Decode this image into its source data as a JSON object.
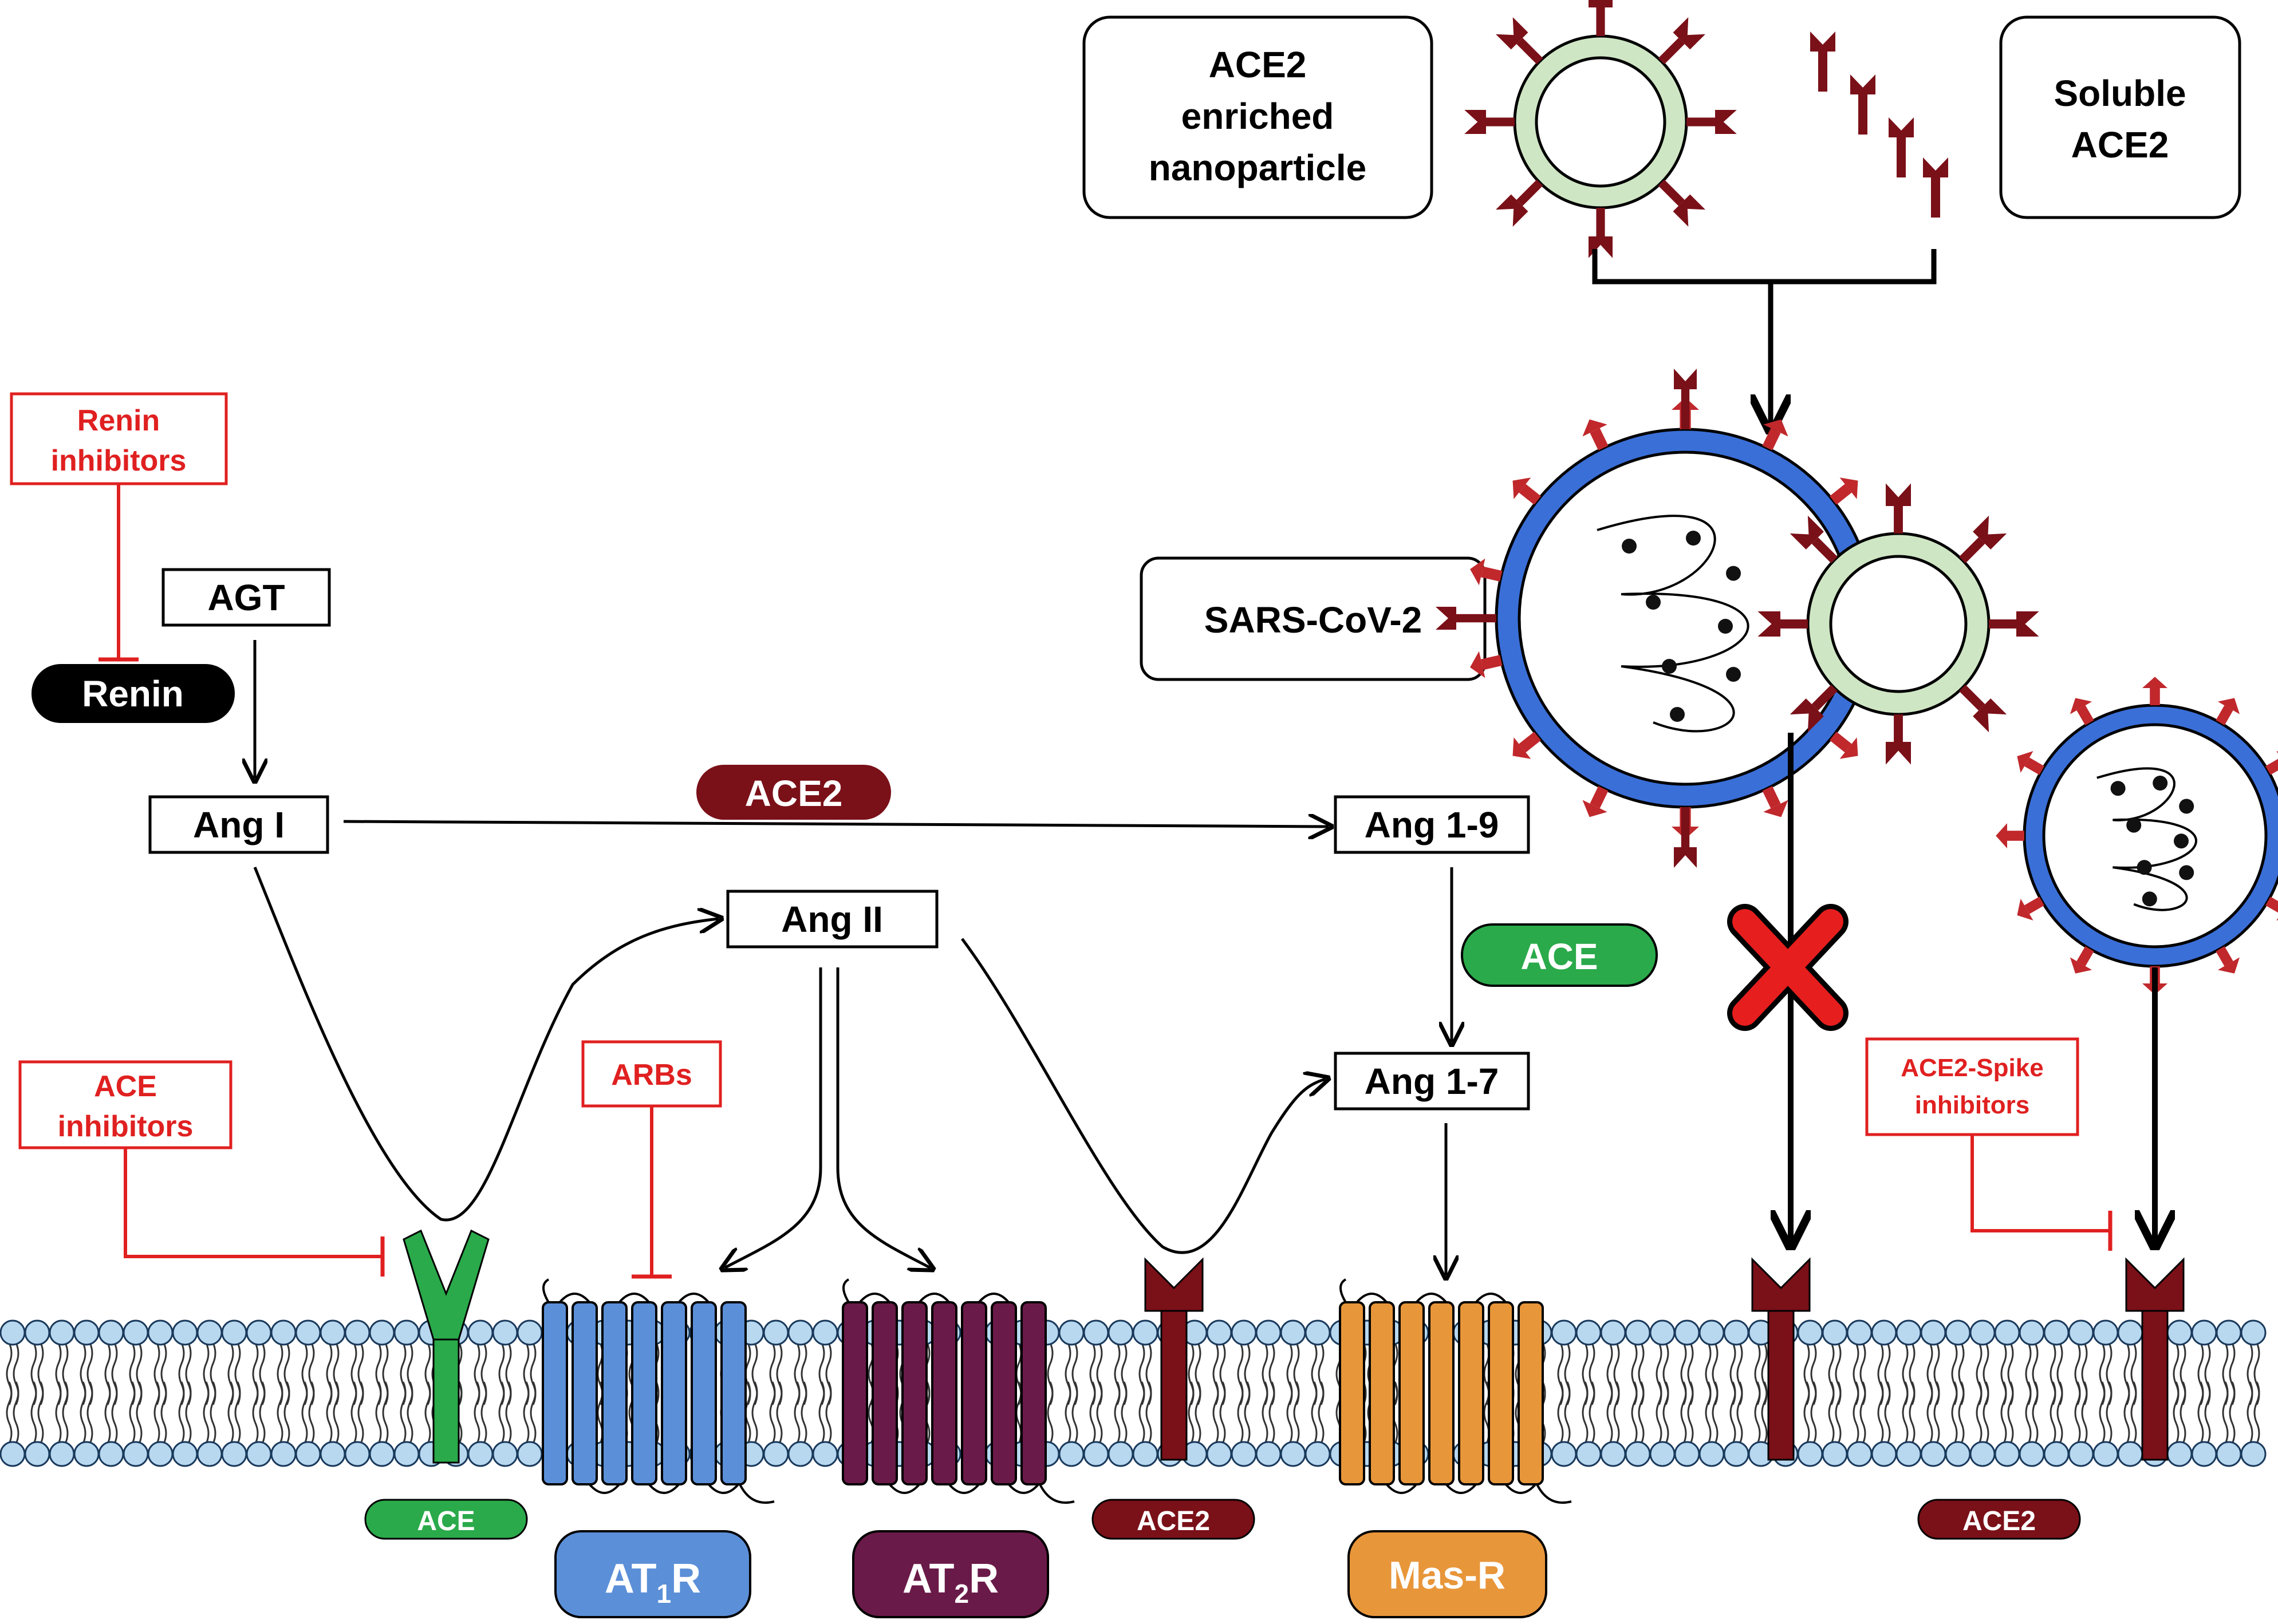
{
  "labels": {
    "nanoparticle": [
      "ACE2",
      "enriched",
      "nanoparticle"
    ],
    "soluble": [
      "Soluble",
      "ACE2"
    ],
    "sars": "SARS-CoV-2",
    "renin_inhibitors": [
      "Renin",
      "inhibitors"
    ],
    "renin": "Renin",
    "agt": "AGT",
    "ang1": "Ang I",
    "ang2": "Ang II",
    "ang19": "Ang 1-9",
    "ang17": "Ang 1-7",
    "ace2_enzyme": "ACE2",
    "ace_enzyme": "ACE",
    "ace_inhibitors": [
      "ACE",
      "inhibitors"
    ],
    "arbs": "ARBs",
    "spike_inhibitors": [
      "ACE2-Spike",
      "inhibitors"
    ],
    "receptor_ace": "ACE",
    "receptor_ace2_a": "ACE2",
    "receptor_ace2_b": "ACE2",
    "at1r": {
      "main": "AT",
      "sub": "1",
      "tail": "R"
    },
    "at2r": {
      "main": "AT",
      "sub": "2",
      "tail": "R"
    },
    "masr": "Mas-R"
  },
  "colors": {
    "inhibitor_red": "#e02020",
    "ace2_darkred": "#7a1018",
    "ace_green": "#2aaa4a",
    "at1r_blue": "#5b8fd8",
    "at2r_purple": "#6a1a48",
    "masr_orange": "#e8963a",
    "virus_blue": "#3a6fd8",
    "nano_green": "#cfe6c4",
    "spike_red": "#c0282c",
    "lipid_head": "#b8d8f0",
    "black": "#000000"
  }
}
